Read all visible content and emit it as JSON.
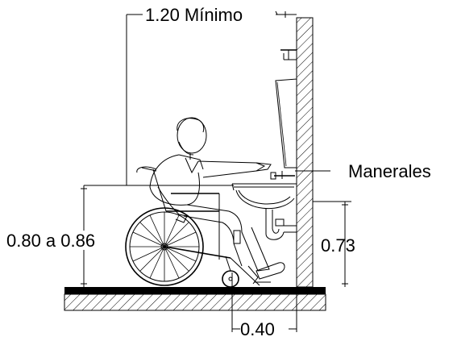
{
  "labels": {
    "top_dimension": "1.20 Mínimo",
    "left_dimension": "0.80 a 0.86",
    "right_dimension": "0.73",
    "bottom_dimension": "0.40",
    "callout": "Manerales"
  }
}
